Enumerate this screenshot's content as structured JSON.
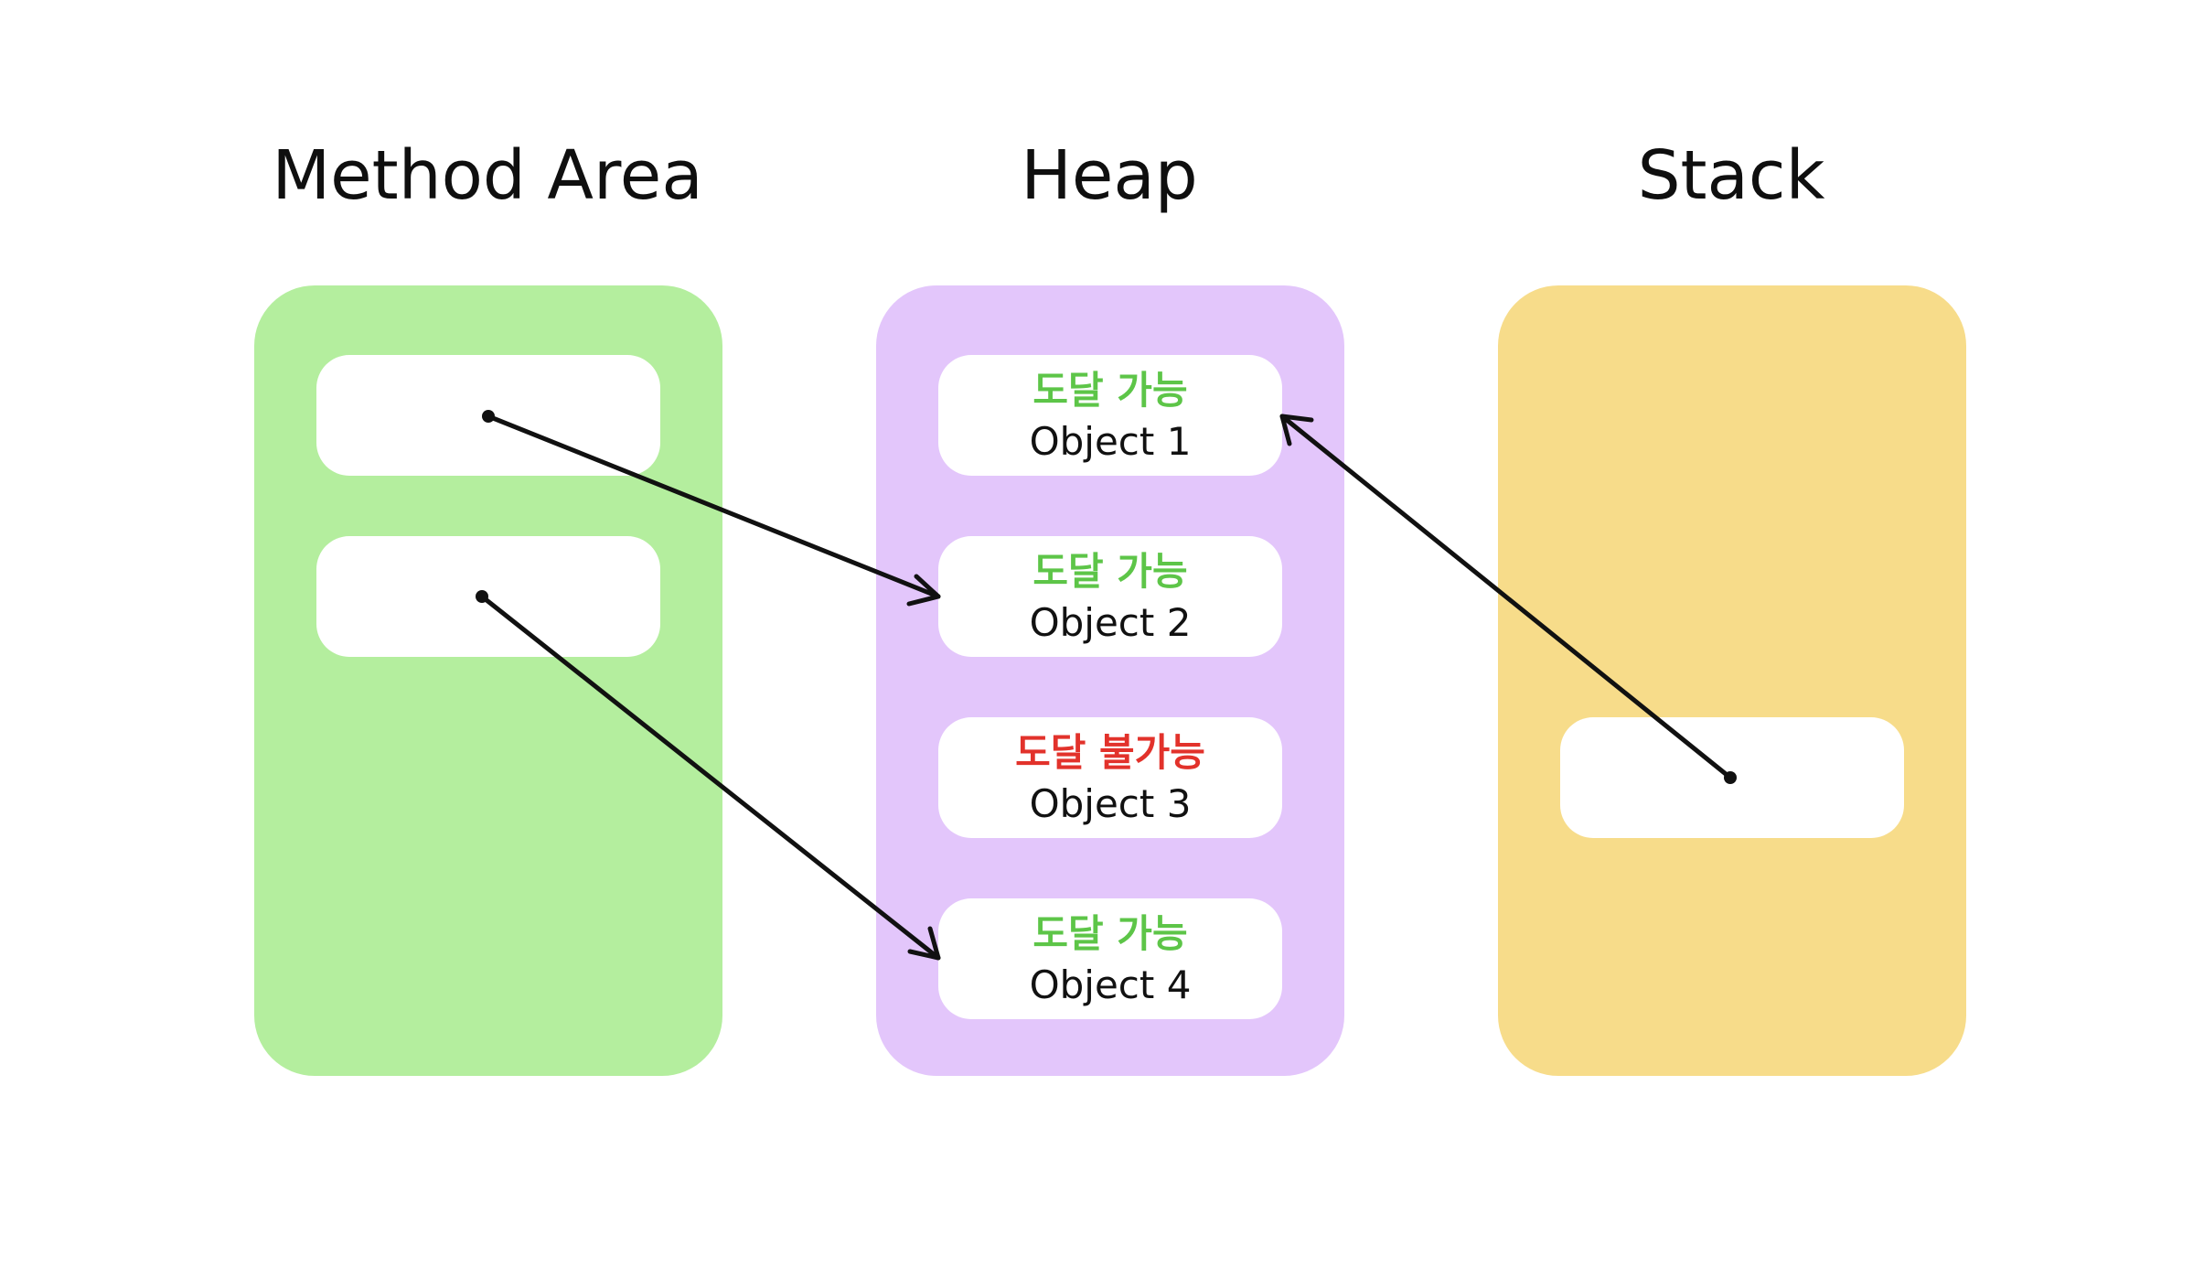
{
  "areas": {
    "method": {
      "title": "Method Area",
      "color": "#b4ee9e"
    },
    "heap": {
      "title": "Heap",
      "color": "#e3c6fb"
    },
    "stack": {
      "title": "Stack",
      "color": "#f7dc8a"
    }
  },
  "colors": {
    "reachable": "#5dc548",
    "unreachable": "#e2322b",
    "arrow": "#111111"
  },
  "objects": [
    {
      "status": "도달 가능",
      "name": "Object 1",
      "reachable": true
    },
    {
      "status": "도달 가능",
      "name": "Object 2",
      "reachable": true
    },
    {
      "status": "도달 불가능",
      "name": "Object 3",
      "reachable": false
    },
    {
      "status": "도달 가능",
      "name": "Object 4",
      "reachable": true
    }
  ]
}
